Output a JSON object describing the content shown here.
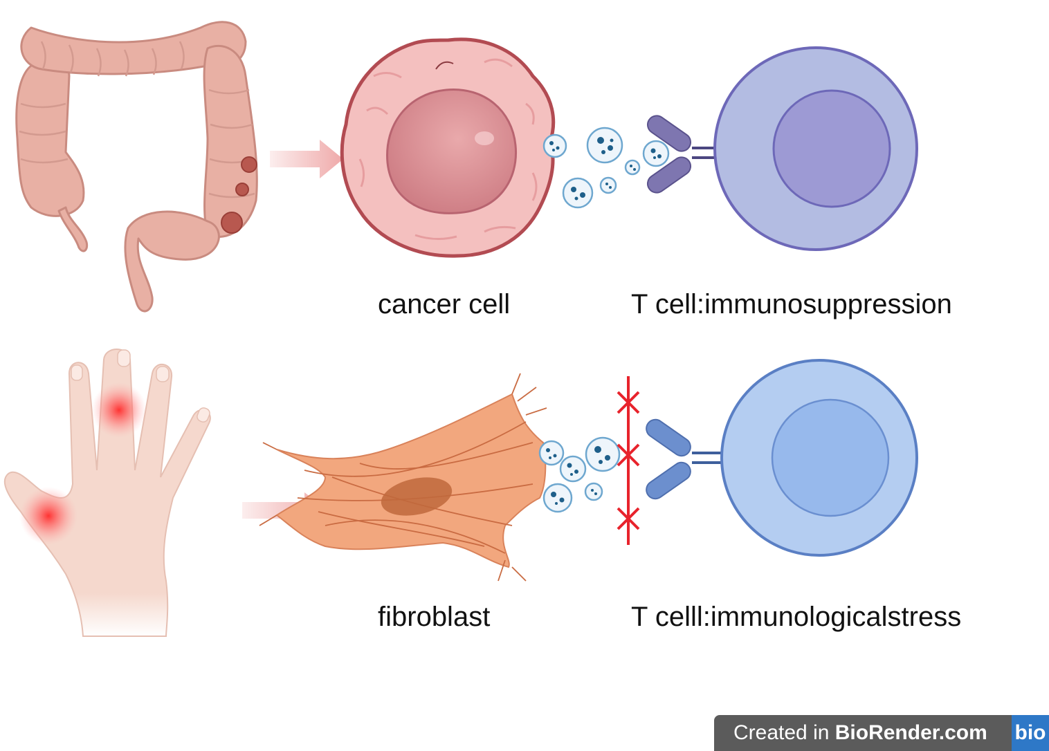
{
  "labels": {
    "cancer_cell": "cancer cell",
    "t_cell_top": "T cell:immunosuppression",
    "fibroblast": "fibroblast",
    "t_cell_bottom": "T celll:immunologicalstress"
  },
  "badge": {
    "prefix": "Created in ",
    "brand": "BioRender.com",
    "logo": "bio"
  },
  "colors": {
    "colon": "#e8b0a4",
    "cancer_cell": "#f2b5b5",
    "t_cell_top": "#b3bce2",
    "t_cell_bottom": "#b4cdf1",
    "fibroblast": "#f2a77e",
    "blocked": "#e8232c",
    "arrow": "#efa9a9"
  }
}
